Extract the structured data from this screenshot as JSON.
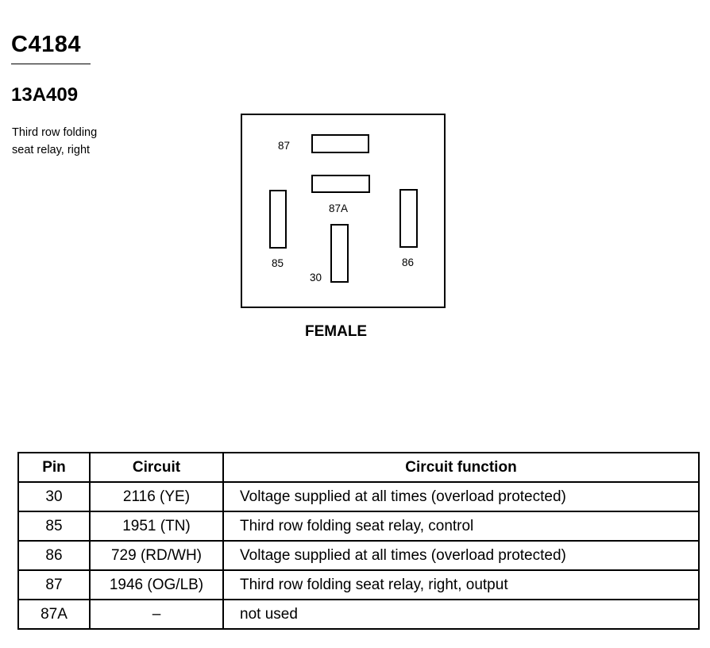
{
  "header": {
    "connector_id": "C4184",
    "part_number": "13A409",
    "description_lines": [
      "Third row folding",
      "seat relay, right"
    ]
  },
  "diagram": {
    "view_label": "FEMALE",
    "pin_labels": {
      "p87": "87",
      "p87a": "87A",
      "p85": "85",
      "p86": "86",
      "p30": "30"
    }
  },
  "table": {
    "headers": [
      "Pin",
      "Circuit",
      "Circuit function"
    ],
    "rows": [
      {
        "pin": "30",
        "circuit": "2116 (YE)",
        "function": "Voltage supplied at all times (overload protected)"
      },
      {
        "pin": "85",
        "circuit": "1951 (TN)",
        "function": "Third row folding seat relay, control"
      },
      {
        "pin": "86",
        "circuit": "729 (RD/WH)",
        "function": "Voltage supplied at all times (overload protected)"
      },
      {
        "pin": "87",
        "circuit": "1946 (OG/LB)",
        "function": "Third row folding seat relay, right, output"
      },
      {
        "pin": "87A",
        "circuit": "–",
        "function": "not used"
      }
    ]
  }
}
